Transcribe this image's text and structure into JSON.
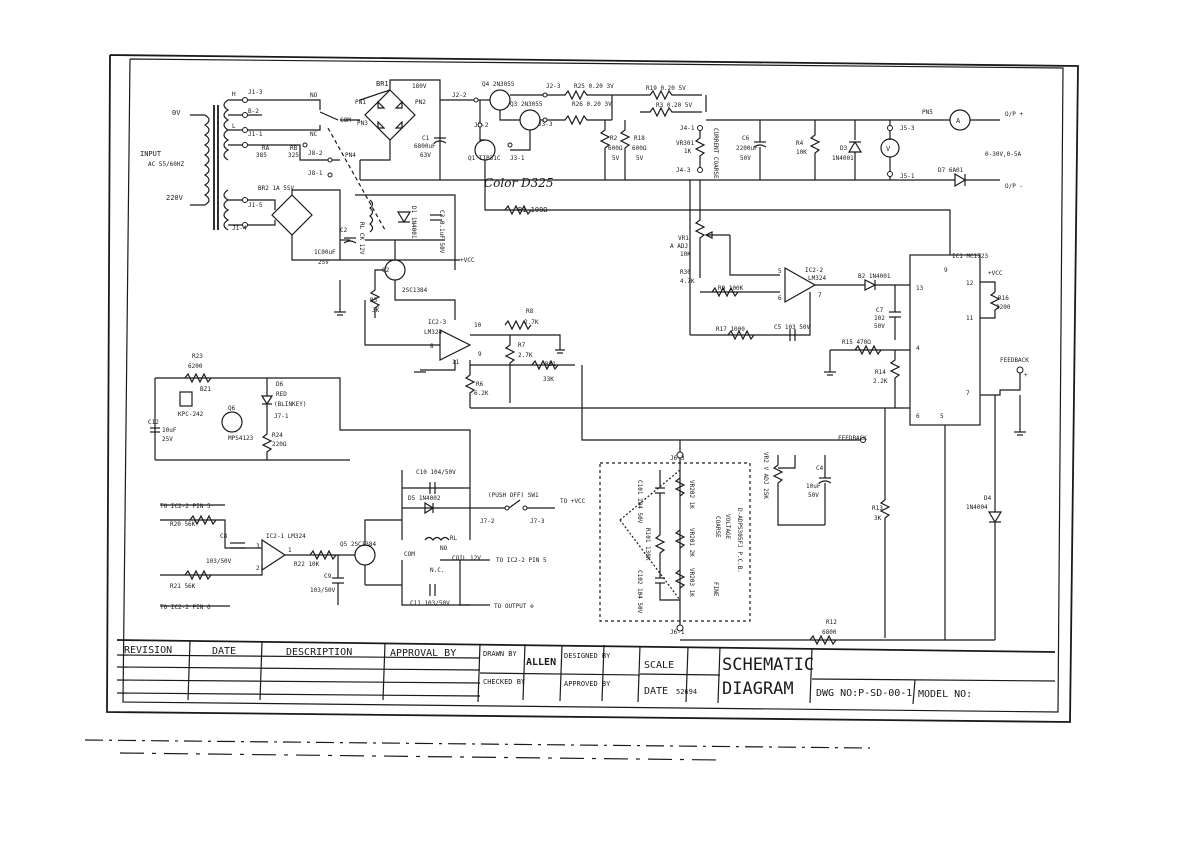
{
  "title_block": {
    "revision": "REVISION",
    "date": "DATE",
    "description": "DESCRIPTION",
    "approval_by": "APPROVAL BY",
    "drawn_by": "DRAWN BY",
    "drawn_by_name": "ALLEN",
    "designed_by": "DESIGNED BY",
    "checked_by": "CHECKED BY",
    "approved_by": "APPROVED BY",
    "scale": "SCALE",
    "date_label": "DATE",
    "date_value": "52694",
    "title_line1": "SCHEMATIC",
    "title_line2": "DIAGRAM",
    "dwg_no": "DWG NO:P-SD-00-1",
    "model_no": "MODEL NO:"
  },
  "input": {
    "v0": "0V",
    "input_label": "INPUT",
    "ac": "AC 55/60HZ",
    "v220": "220V",
    "h": "H",
    "l": "L",
    "j1_3": "J1-3",
    "j1_2": "J1-2",
    "j1_1": "J1-1",
    "j1_5": "J1-5",
    "j1_4": "J1-4",
    "b2": "B-2",
    "n_pin": "NO",
    "nc": "NC",
    "com": "COM",
    "ra": "RA",
    "rb": "RB",
    "j8_1": "J8-1",
    "j8_2": "J8-2",
    "s325": "325",
    "s385": "385"
  },
  "power": {
    "br1": "BR1",
    "br2": "BR2 1A 5SV",
    "v180": "180V",
    "pn1": "PN1",
    "pn2": "PN2",
    "pn3": "PN3",
    "pn4": "PN4",
    "pn5": "PN5",
    "c1": "C1",
    "c1_val": "6800uF",
    "c1_v": "63V",
    "c2": "C2",
    "c2_val": "1C00uF",
    "c2_v": "25V",
    "c3": "C3 0.1uF 50V",
    "d1": "D1 1N4001",
    "rl": "RL CK 12V",
    "q2": "Q2",
    "q2_part": "2SC1384",
    "r5": "R5",
    "r5_val": "3K",
    "vcc": "+VCC"
  },
  "transistors": {
    "q4": "Q4 2N3055",
    "q3": "Q3 2N3055",
    "q1": "Q1 TIP31C",
    "j2_2": "J2-2",
    "j2_3": "J2-3",
    "j3_2": "J3-2",
    "j3_1": "J3-1",
    "j3_3": "J3-3",
    "handwritten": "Color D325"
  },
  "output_section": {
    "r25": "R25 0.20 3V",
    "r26": "R26 0.20 3V",
    "r19": "R19 0.20 5V",
    "r3": "R3 0.20 5V",
    "r2": "R2",
    "r2_val": "600Ω",
    "r2_v": "5V",
    "r18": "R18",
    "r18_val": "600Ω",
    "r18_v": "5V",
    "j4_1": "J4-1",
    "j4_3": "J4-3",
    "vr301": "VR301",
    "vr301_val": "1K",
    "current_coarse": "CURRENT COARSE",
    "c6": "C6",
    "c6_val": "2200uF",
    "c6_v": "50V",
    "r4": "R4",
    "r4_val": "10K",
    "d3": "D3",
    "d3_part": "1N4001",
    "j5_3": "J5-3",
    "j5_1": "J5-1",
    "ammeter": "A",
    "voltmeter": "V",
    "op_plus": "O/P +",
    "op_minus": "O/P -",
    "range": "0-30V,0-5A",
    "d7": "D7 6A01",
    "r1": "R1 100Ω"
  },
  "regulator": {
    "vr1": "VR1",
    "vr1_a": "A ADJ",
    "vr1_val": "10K",
    "r30": "R30",
    "r30_val": "4.7K",
    "r9": "R9 100K",
    "r17": "R17 1000",
    "c5": "C5 103 50V",
    "ic2_2": "IC2-2",
    "ic2_2_part": "LM324",
    "pin5": "5",
    "pin6": "6",
    "pin7": "7",
    "b2": "B2 1N4001",
    "ic1": "IC1 MC1723",
    "p9": "9",
    "p13": "13",
    "p12": "12",
    "p11": "11",
    "p4": "4",
    "p6": "6",
    "p5": "5",
    "p7": "7",
    "vcc": "+VCC",
    "r16": "R16",
    "r16_val": "3200",
    "c7": "C7",
    "c7_val": "102",
    "c7_v": "50V",
    "r15": "R15 470Ω",
    "r14": "R14",
    "r14_val": "2.2K",
    "feedback": "FEEDBACK",
    "feedback_plus": "+"
  },
  "ic2_3": {
    "name": "IC2-3",
    "part": "LM324",
    "p10": "10",
    "p8": "8",
    "p9": "9",
    "p11": "11",
    "r8": "R8",
    "r8_val": "2.7K",
    "r7": "R7",
    "r7_val": "2.7K",
    "r31": "R31",
    "r31_val": "33K",
    "r6": "R6",
    "r6_val": "6.2K"
  },
  "buzzer": {
    "r23": "R23",
    "r23_val": "6200",
    "bz1": "BZ1",
    "kpc": "KPC-242",
    "d6": "D6",
    "d6_name": "RED",
    "d6_sub": "(BLINKEY)",
    "j7_1": "J7-1",
    "q6": "Q6",
    "c12": "C12",
    "c12_val": "10uF",
    "c12_v": "25V",
    "q6_part": "MPS4123",
    "r24": "R24",
    "r24_val": "220Ω"
  },
  "protect": {
    "to_pin5_top": "TO IC2-2 PIN 5",
    "r20": "R20 56K",
    "c8": "C8",
    "c8_val": "103/50V",
    "ic2_1": "IC2-1 LM324",
    "r22": "R22 10K",
    "r21": "R21 56K",
    "to_pin6": "TO IC2-2 PIN 6",
    "q5": "Q5 2SC1384",
    "c9": "C9",
    "c9_val": "103/50V",
    "c10": "C10 104/50V",
    "d5": "D5 1N4002",
    "push_off": "(PUSH OFF) SW1",
    "j7_2": "J7-2",
    "j7_3": "J7-3",
    "to_vcc": "TO +VCC",
    "rl": "RL",
    "com": "COM",
    "no": "NO",
    "coil": "COIL 12V",
    "nc": "N.C.",
    "to_pin5": "TO IC2-2 PIN 5",
    "c11": "C11 103/50V",
    "to_output": "TO OUTPUT ⊕",
    "p1": "1",
    "p2": "2",
    "p3": "3"
  },
  "voltage_board": {
    "j6_3": "J6-3",
    "j6_1": "J6-1",
    "c101": "C101 104 50V",
    "vr202": "VR202 1K",
    "vr201": "VR201 2K",
    "r101": "R101 130K",
    "c102": "C102 104 50V",
    "vr203": "VR203 1K",
    "board_note": "D-ADPS305FJ P.C.B.",
    "voltage": "VOLTAGE",
    "coarse": "COARSE",
    "fine": "FINE",
    "vr2": "VR2 V ADJ 25K",
    "c4": "C4",
    "c4_val": "10uF",
    "c4_v": "50V",
    "feedback_minus": "FEEDBACK",
    "r13": "R13",
    "r13_val": "3K",
    "d4": "D4",
    "d4_part": "1N4004",
    "r12": "R12",
    "r12_val": "6800"
  }
}
